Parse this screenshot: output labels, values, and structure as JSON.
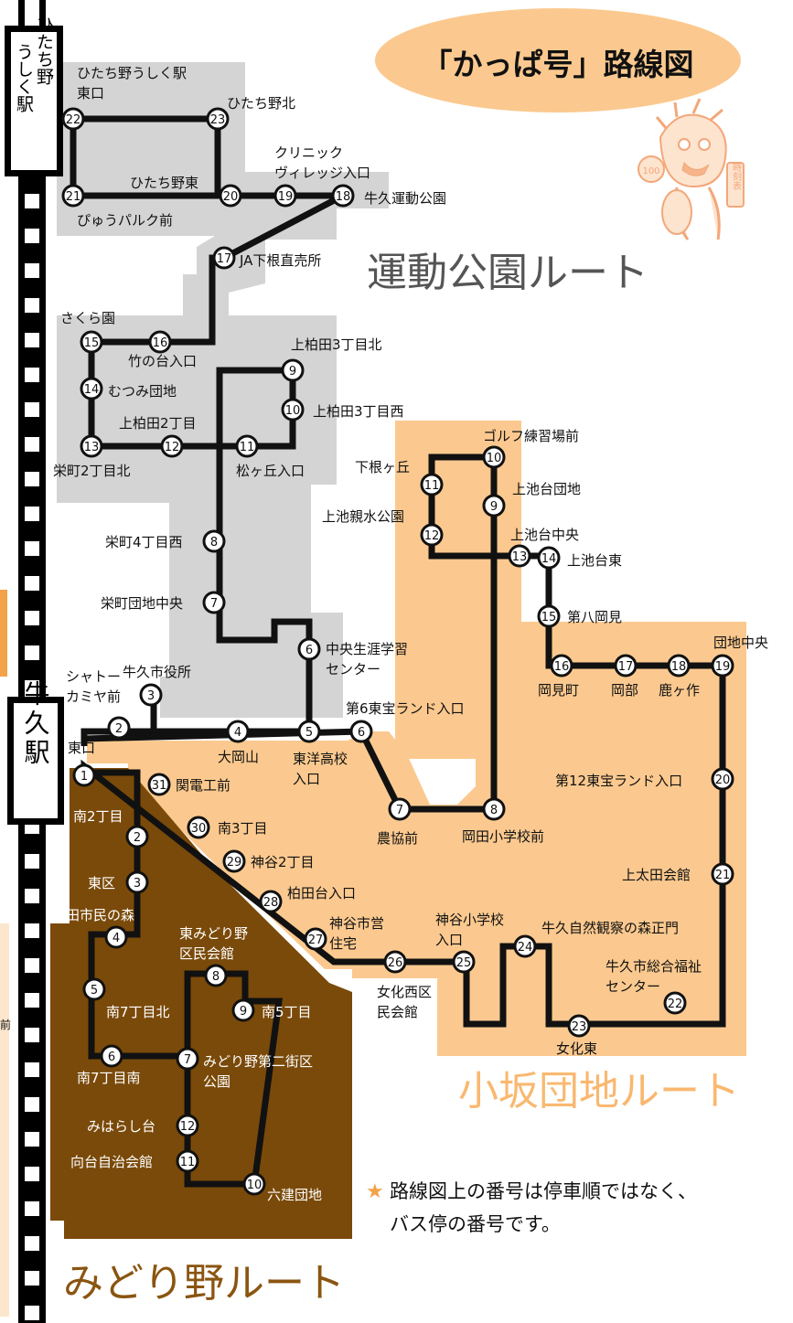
{
  "title": "「かっぱ号」路線図",
  "routes": {
    "undo": {
      "name": "運動公園ルート",
      "color": "#d4d4d4",
      "text_color": "#555555"
    },
    "osaka": {
      "name": "小坂団地ルート",
      "color": "#fbc98f",
      "text_color": "#f9b870"
    },
    "midori": {
      "name": "みどり野ルート",
      "color": "#7a4a0a",
      "text_color": "#8a5510"
    }
  },
  "stations": {
    "hitachino": "ひたち野うしく駅",
    "ushiku": "牛久駅"
  },
  "mascot": {
    "badge_number": "100",
    "badge_text": "時刻表"
  },
  "note": {
    "star": "★",
    "line1": "路線図上の番号は停車順ではなく、",
    "line2": "バス停の番号です。"
  },
  "edge_labels": {
    "left_cut": "前"
  },
  "stops": {
    "undo": [
      {
        "n": "22",
        "label": "ひたち野うしく駅\n東口"
      },
      {
        "n": "23",
        "label": "ひたち野北"
      },
      {
        "n": "21",
        "label": "ぴゅうパルク前"
      },
      {
        "n": "20",
        "label": "ひたち野東"
      },
      {
        "n": "19",
        "label": "クリニック\nヴィレッジ入口"
      },
      {
        "n": "18",
        "label": "牛久運動公園"
      },
      {
        "n": "17",
        "label": "JA下根直売所"
      },
      {
        "n": "15",
        "label": "さくら園"
      },
      {
        "n": "16",
        "label": "竹の台入口"
      },
      {
        "n": "14",
        "label": "むつみ団地"
      },
      {
        "n": "13",
        "label": "栄町2丁目北"
      },
      {
        "n": "12",
        "label": "上柏田2丁目"
      },
      {
        "n": "11",
        "label": "松ヶ丘入口"
      },
      {
        "n": "9",
        "label": "上柏田3丁目北"
      },
      {
        "n": "10",
        "label": "上柏田3丁目西"
      },
      {
        "n": "8",
        "label": "栄町4丁目西"
      },
      {
        "n": "7",
        "label": "栄町団地中央"
      },
      {
        "n": "6",
        "label": "中央生涯学習\nセンター"
      },
      {
        "n": "5",
        "label": "東洋高校\n入口"
      },
      {
        "n": "4",
        "label": "大岡山"
      },
      {
        "n": "3",
        "label": "牛久市役所"
      },
      {
        "n": "2",
        "label": "シャトー\nカミヤ前"
      }
    ],
    "osaka": [
      {
        "n": "10",
        "label": "ゴルフ練習場前"
      },
      {
        "n": "11",
        "label": "下根ヶ丘"
      },
      {
        "n": "9",
        "label": "上池台団地"
      },
      {
        "n": "12",
        "label": "上池親水公園"
      },
      {
        "n": "13",
        "label": "上池台中央"
      },
      {
        "n": "14",
        "label": "上池台東"
      },
      {
        "n": "15",
        "label": "第八岡見"
      },
      {
        "n": "16",
        "label": "岡見町"
      },
      {
        "n": "17",
        "label": "岡部"
      },
      {
        "n": "18",
        "label": "鹿ヶ作"
      },
      {
        "n": "19",
        "label": "団地中央"
      },
      {
        "n": "6",
        "label": "第6東宝ランド入口"
      },
      {
        "n": "7",
        "label": "農協前"
      },
      {
        "n": "8",
        "label": "岡田小学校前"
      },
      {
        "n": "20",
        "label": "第12東宝ランド入口"
      },
      {
        "n": "21",
        "label": "上太田会館"
      },
      {
        "n": "24",
        "label": "牛久自然観察の森正門"
      },
      {
        "n": "25",
        "label": "神谷小学校\n入口"
      },
      {
        "n": "26",
        "label": "女化西区\n民会館"
      },
      {
        "n": "27",
        "label": "神谷市営\n住宅"
      },
      {
        "n": "28",
        "label": "柏田台入口"
      },
      {
        "n": "29",
        "label": "神谷2丁目"
      },
      {
        "n": "30",
        "label": "南3丁目"
      },
      {
        "n": "31",
        "label": "関電工前"
      },
      {
        "n": "22",
        "label": "牛久市総合福祉\nセンター"
      },
      {
        "n": "23",
        "label": "女化東"
      }
    ],
    "midori": [
      {
        "n": "1",
        "label": "東口"
      },
      {
        "n": "2",
        "label": "南2丁目"
      },
      {
        "n": "3",
        "label": "東区"
      },
      {
        "n": "4",
        "label": "籠田市民の森"
      },
      {
        "n": "5",
        "label": "南7丁目北"
      },
      {
        "n": "6",
        "label": "南7丁目南"
      },
      {
        "n": "7",
        "label": "みどり野第二街区\n公園"
      },
      {
        "n": "8",
        "label": "東みどり野\n区民会館"
      },
      {
        "n": "9",
        "label": "南5丁目"
      },
      {
        "n": "10",
        "label": "六建団地"
      },
      {
        "n": "11",
        "label": "向台自治会館"
      },
      {
        "n": "12",
        "label": "みはらし台"
      }
    ]
  }
}
